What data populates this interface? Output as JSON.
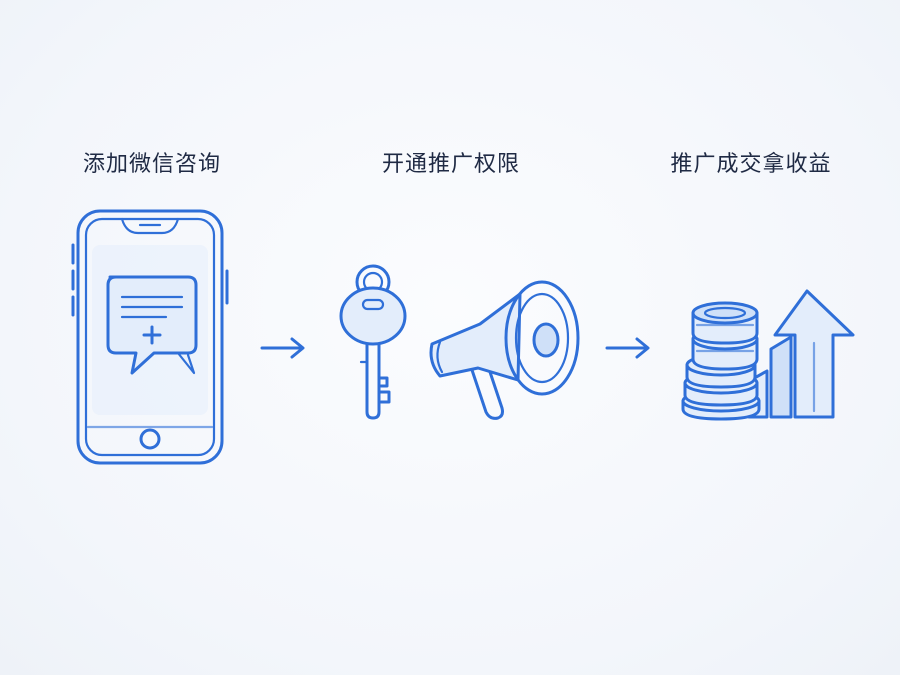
{
  "steps": [
    {
      "label": "添加微信咨询",
      "icon": "phone-chat-icon"
    },
    {
      "label": "开通推广权限",
      "icon": "key-megaphone-icon"
    },
    {
      "label": "推广成交拿收益",
      "icon": "coins-growth-icon"
    }
  ],
  "colors": {
    "accent": "#2f6fd8",
    "text": "#1f2a44",
    "background": "#f5f8fc"
  }
}
